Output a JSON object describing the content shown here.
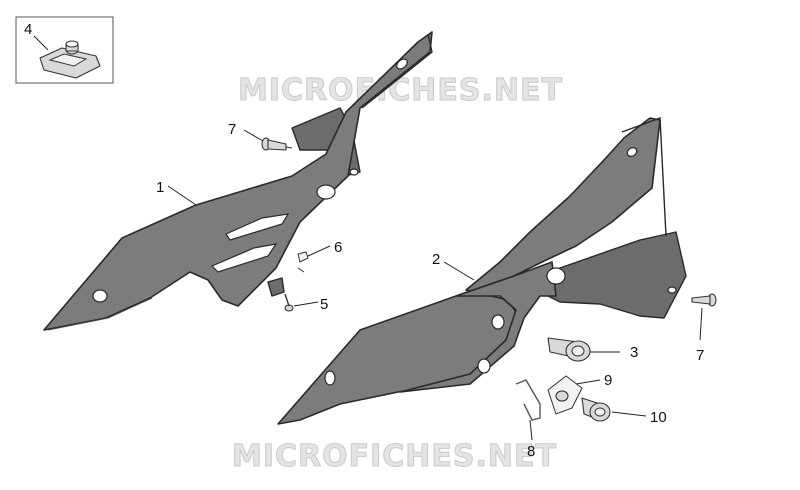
{
  "watermarks": [
    "MICROFICHES.NET",
    "MICROFICHES.NET"
  ],
  "inset": {
    "label": "4"
  },
  "callouts": [
    {
      "id": "1",
      "label": "1"
    },
    {
      "id": "2",
      "label": "2"
    },
    {
      "id": "3",
      "label": "3"
    },
    {
      "id": "5",
      "label": "5"
    },
    {
      "id": "6",
      "label": "6"
    },
    {
      "id": "7a",
      "label": "7"
    },
    {
      "id": "7b",
      "label": "7"
    },
    {
      "id": "8",
      "label": "8"
    },
    {
      "id": "9",
      "label": "9"
    },
    {
      "id": "10",
      "label": "10"
    }
  ]
}
